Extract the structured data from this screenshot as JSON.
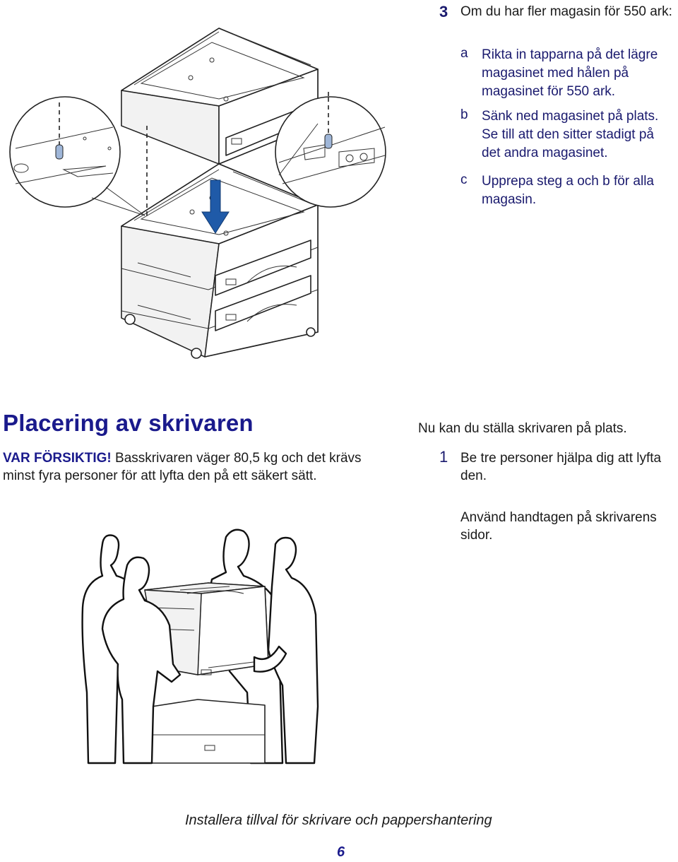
{
  "step3": {
    "number": "3",
    "text": "Om du har fler magasin för 550 ark:",
    "substeps": [
      {
        "letter": "a",
        "text": "Rikta in tapparna på det lägre magasinet med hålen på magasinet för 550 ark."
      },
      {
        "letter": "b",
        "text": "Sänk ned magasinet på plats. Se till att den sitter stadigt på det andra magasinet."
      },
      {
        "letter": "c",
        "text": "Upprepa steg a och b för alla magasin."
      }
    ]
  },
  "section": {
    "heading": "Placering av skrivaren",
    "caution_label": "VAR FÖRSIKTIG!",
    "caution_text": " Basskrivaren väger 80,5 kg och det krävs minst fyra personer för att lyfta den på ett säkert sätt."
  },
  "right": {
    "intro": "Nu kan du ställa skrivaren på plats.",
    "step_number": "1",
    "step_text": "Be tre personer hjälpa dig att lyfta den.",
    "note": "Använd handtagen på skrivarens sidor."
  },
  "footer": {
    "title": "Installera tillval för skrivare och pappershantering",
    "page": "6"
  },
  "colors": {
    "heading": "#1a1a8c",
    "arrow": "#1f5aa8"
  }
}
